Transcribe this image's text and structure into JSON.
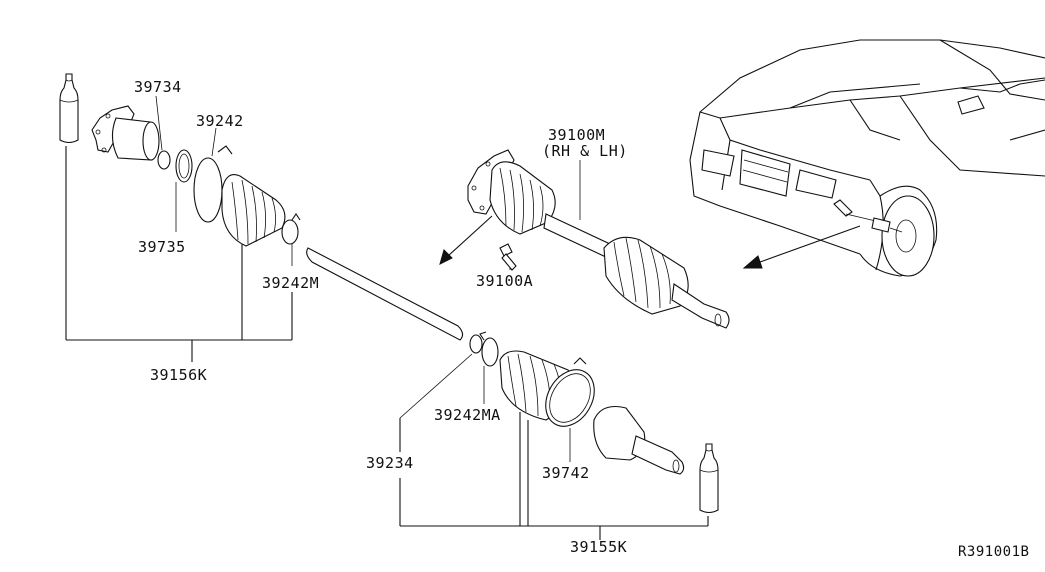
{
  "diagram": {
    "reference_code": "R391001B",
    "labels": {
      "p39734": "39734",
      "p39242": "39242",
      "p39735": "39735",
      "p39242M": "39242M",
      "p39156K": "39156K",
      "p39100M": "39100M",
      "p39100M_side": "(RH & LH)",
      "p39100A": "39100A",
      "p39242MA": "39242MA",
      "p39234": "39234",
      "p39742": "39742",
      "p39155K": "39155K"
    }
  }
}
